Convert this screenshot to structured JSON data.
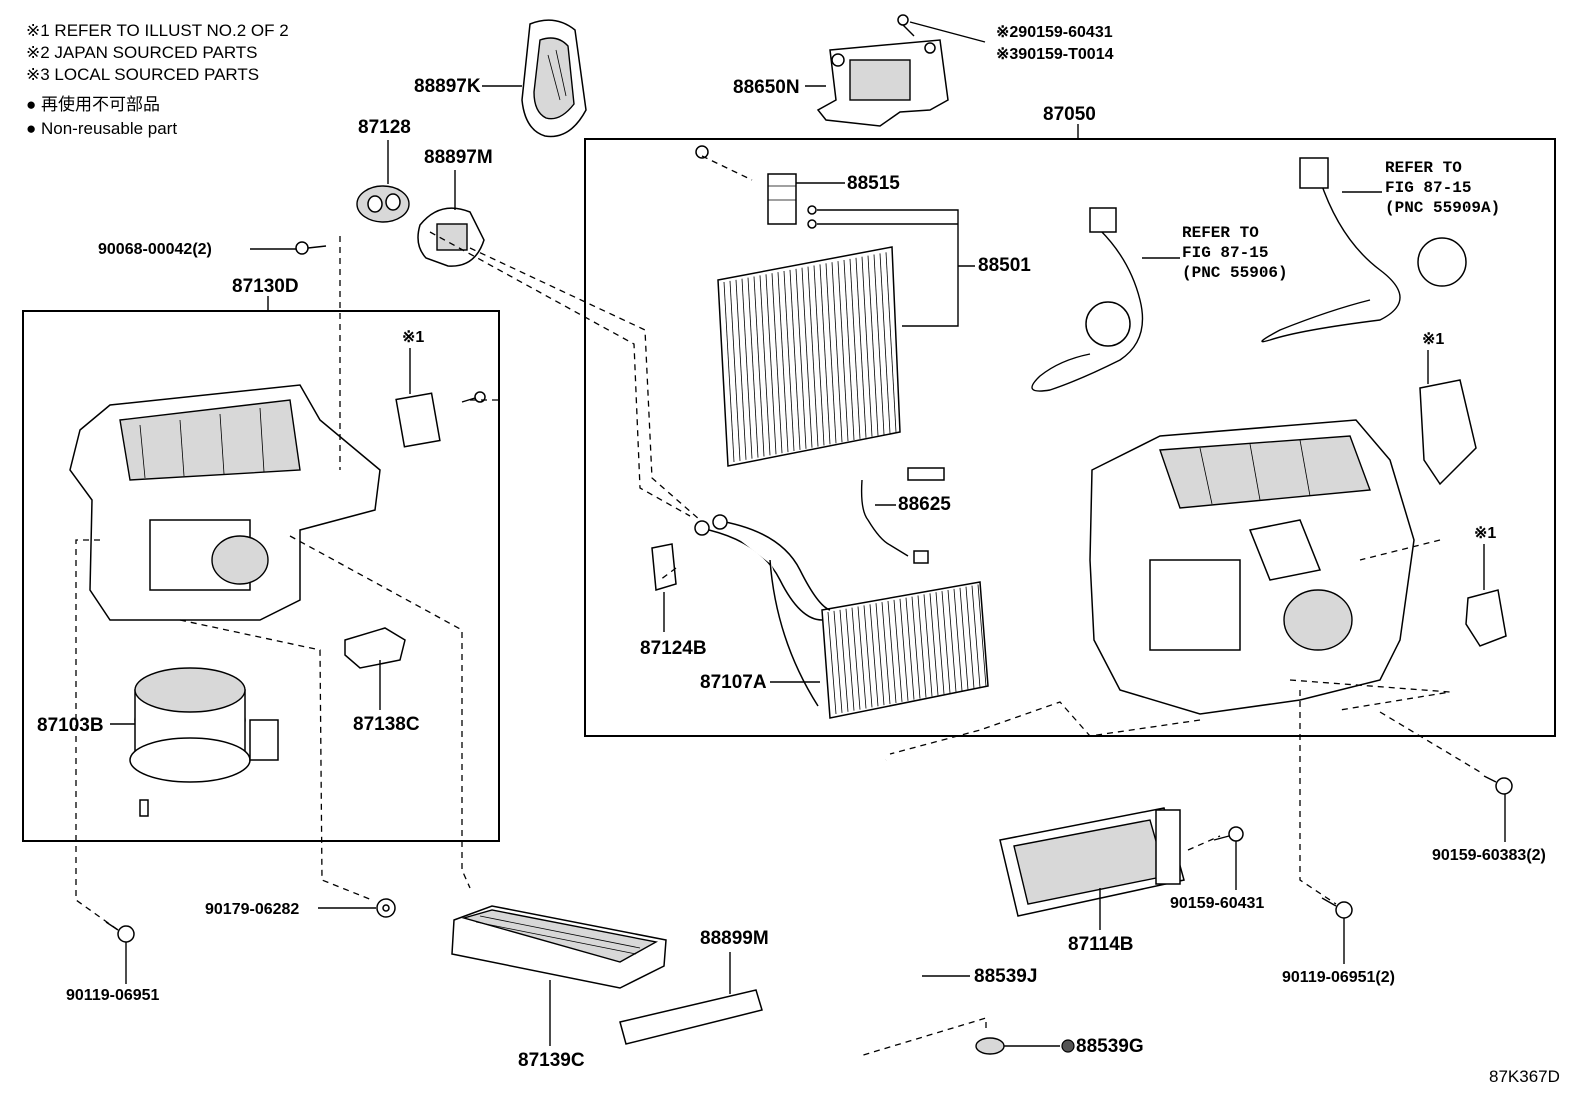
{
  "notes": {
    "ref1": "※1 REFER TO ILLUST NO.2 OF 2",
    "ref2": "※2 JAPAN SOURCED PARTS",
    "ref3": "※3 LOCAL SOURCED PARTS",
    "nonreusable_jp": "● 再使用不可部品",
    "nonreusable_en": "● Non-reusable part"
  },
  "parts": {
    "p88897K": "88897K",
    "p88650N": "88650N",
    "p90159_60431_jp": "※290159-60431",
    "p90159_T0014": "※390159-T0014",
    "p87128": "87128",
    "p88897M": "88897M",
    "p87050": "87050",
    "p90068": "90068-00042(2)",
    "p87130D": "87130D",
    "mark1a": "※1",
    "mark1b": "※1",
    "mark1c": "※1",
    "p88515": "88515",
    "p88501": "88501",
    "p88625": "88625",
    "p87124B": "87124B",
    "p87107A": "87107A",
    "p87103B": "87103B",
    "p87138C": "87138C",
    "p90159_60383": "90159-60383(2)",
    "p90179": "90179-06282",
    "p90119a": "90119-06951",
    "p88899M": "88899M",
    "p87139C": "87139C",
    "p87114B": "87114B",
    "p90159_60431": "90159-60431",
    "p88539J": "88539J",
    "p90119b": "90119-06951(2)",
    "p88539G": "88539G"
  },
  "refers": {
    "r1_line1": "REFER TO",
    "r1_line2": "FIG 87-15",
    "r1_line3": "(PNC 55906)",
    "r2_line1": "REFER TO",
    "r2_line2": "FIG 87-15",
    "r2_line3": "(PNC 55909A)"
  },
  "illustration_id": "87K367D"
}
